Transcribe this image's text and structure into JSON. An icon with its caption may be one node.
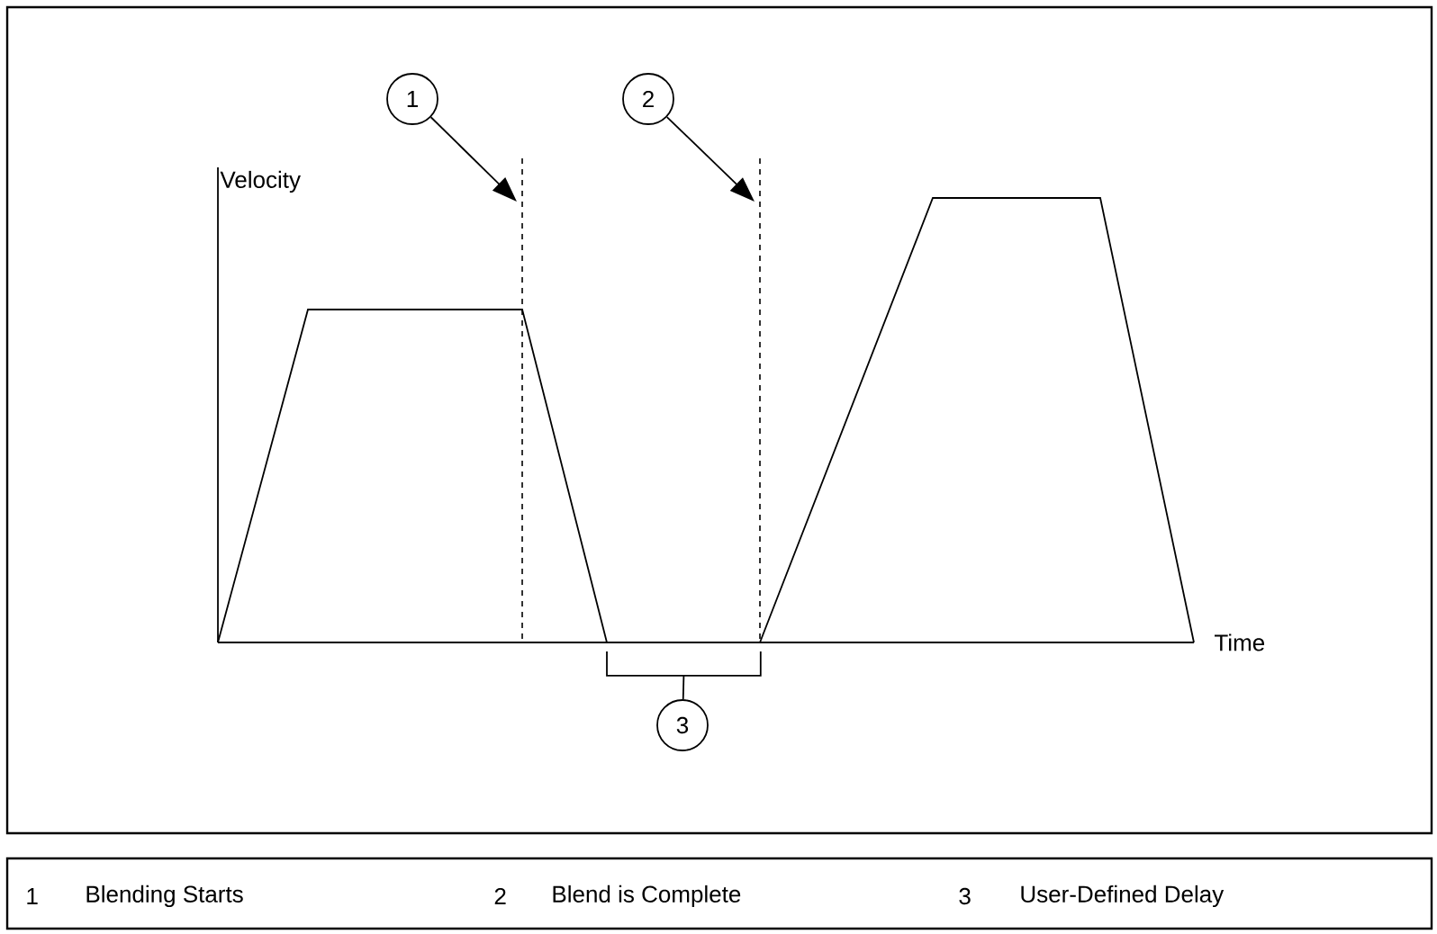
{
  "diagram": {
    "nodes": [
      {
        "text": [
          "1"
        ]
      },
      {
        "text": [
          "2"
        ]
      },
      {
        "text": [
          "3"
        ]
      },
      {
        "text": [],
        "shape": "line"
      },
      {
        "text": [],
        "shape": "line"
      },
      {
        "text": [],
        "shape": "bracket"
      }
    ],
    "edges": [
      {
        "from": 0,
        "to": 3,
        "arrow": "to"
      },
      {
        "from": 1,
        "to": 4,
        "arrow": "to"
      },
      {
        "from": 2,
        "to": 5,
        "arrow": "none"
      }
    ],
    "labels": [
      "Velocity",
      "Time",
      "1",
      "Blending Starts",
      "2",
      "Blend is Complete",
      "3",
      "User-Defined Delay"
    ]
  }
}
